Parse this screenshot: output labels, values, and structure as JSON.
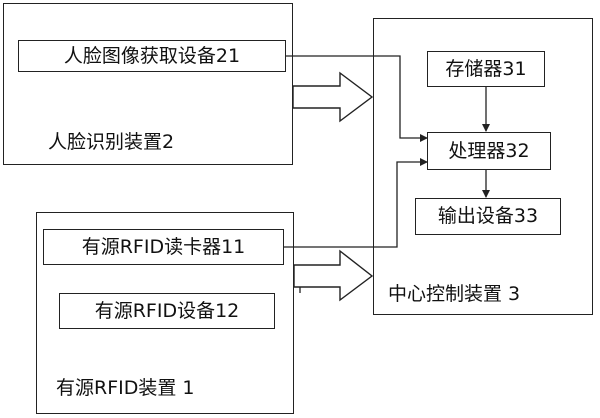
{
  "face_recognition_device": {
    "label": "人脸识别装置2",
    "face_image_acquisition": "人脸图像获取设备21"
  },
  "center_control_device": {
    "label": "中心控制装置 3",
    "storage": "存储器31",
    "processor": "处理器32",
    "output_device": "输出设备33"
  },
  "active_rfid_device": {
    "label": "有源RFID装置 1",
    "reader": "有源RFID读卡器11",
    "rfid_equipment": "有源RFID设备12"
  }
}
